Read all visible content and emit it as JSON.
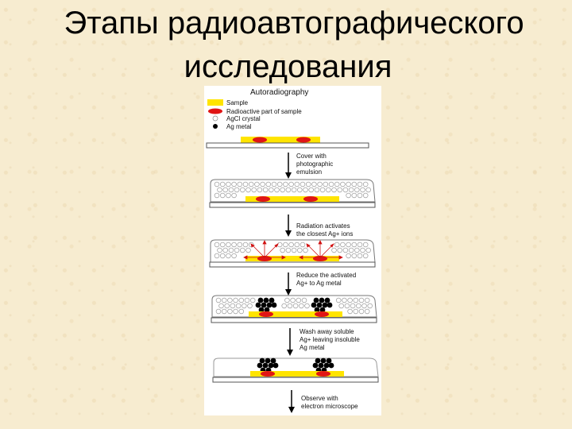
{
  "slide": {
    "title_line1": "Этапы радиоавтографического",
    "title_line2": "исследования"
  },
  "figure": {
    "heading": "Autoradiography",
    "legend": [
      {
        "label": "Sample",
        "color": "#ffe400",
        "icon": "yellow-bar"
      },
      {
        "label": "Radioactive part of sample",
        "color": "#e01515",
        "icon": "red-oval"
      },
      {
        "label": "AgCl crystal",
        "color": "#ffffff",
        "icon": "open-circle"
      },
      {
        "label": "Ag metal",
        "color": "#000000",
        "icon": "black-dot"
      }
    ],
    "steps": [
      {
        "line1": "Cover with",
        "line2": "photographic",
        "line3": "emulsion"
      },
      {
        "line1": "Radiation activates",
        "line2": "the closest Ag+ ions",
        "line3": ""
      },
      {
        "line1": "Reduce the activated",
        "line2": "Ag+ to Ag metal",
        "line3": ""
      },
      {
        "line1": "Wash away soluble",
        "line2": "Ag+ leaving insoluble",
        "line3": "Ag metal"
      },
      {
        "line1": "Observe with",
        "line2": "electron microscope",
        "line3": ""
      }
    ],
    "colors": {
      "sample": "#ffe400",
      "radioactive": "#e01515",
      "slide_fill": "#ffffff",
      "outline": "#555555"
    }
  }
}
